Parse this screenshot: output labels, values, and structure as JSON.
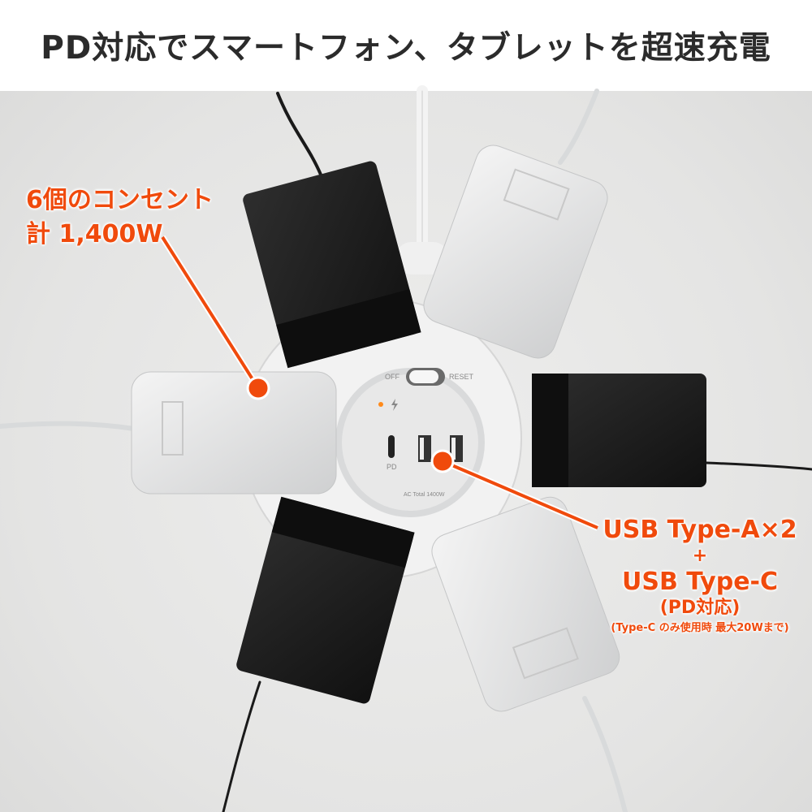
{
  "header": {
    "title": "PD対応でスマートフォン、タブレットを超速充電"
  },
  "callout_outlets": {
    "line1": "6個のコンセント",
    "line2": "計 1,400W"
  },
  "callout_usb": {
    "line1": "USB Type-A×2",
    "plus": "+",
    "line2": "USB Type-C",
    "line3": "(PD対応)",
    "note": "(Type-C のみ使用時 最大20Wまで)"
  },
  "device_labels": {
    "off": "OFF",
    "reset": "RESET",
    "pd": "PD",
    "total": "AC Total 1400W"
  },
  "colors": {
    "accent": "#f04a0c",
    "title": "#2b2b2b"
  }
}
